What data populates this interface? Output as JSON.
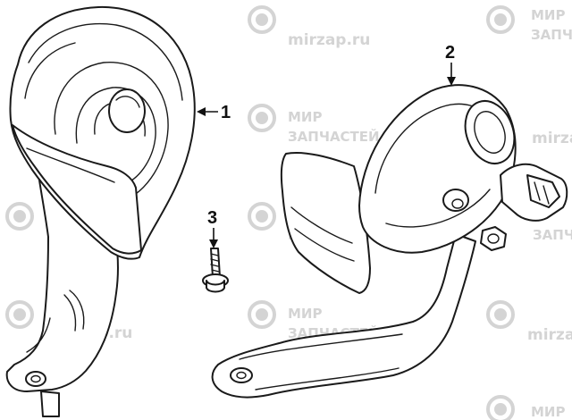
{
  "watermark": {
    "line1": "МИР",
    "line2": "ЗАПЧАСТЕЙ",
    "site": "mirzap.ru",
    "site_short": "mirzap"
  },
  "callouts": [
    {
      "number": "1"
    },
    {
      "number": "2"
    },
    {
      "number": "3"
    }
  ],
  "colors": {
    "line": "#1a1a1a",
    "watermark": "#d4d4d4",
    "background": "#ffffff"
  }
}
